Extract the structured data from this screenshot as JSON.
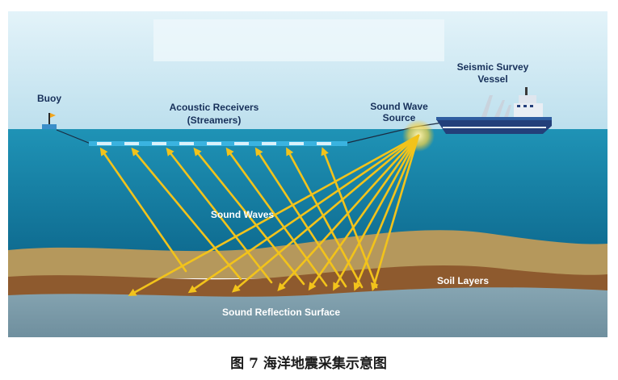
{
  "labels": {
    "buoy": "Buoy",
    "receivers_line1": "Acoustic Receivers",
    "receivers_line2": "(Streamers)",
    "source_line1": "Sound Wave",
    "source_line2": "Source",
    "vessel_line1": "Seismic Survey",
    "vessel_line2": "Vessel",
    "sound_waves": "Sound Waves",
    "soil_layers": "Soil Layers",
    "reflection": "Sound Reflection Surface"
  },
  "caption": "图 7  海洋地震采集示意图",
  "colors": {
    "sky_top": "#dceff6",
    "sky_bottom": "#bfe1ee",
    "sea_top": "#1f8fb2",
    "sea_bottom": "#0f6d93",
    "soil_light": "#b5985c",
    "soil_dark": "#8e5a2e",
    "bedrock": "#7c9aa8",
    "ray": "#f2c31b",
    "label_dark": "#17305a"
  },
  "icons": {
    "buoy": "buoy-icon",
    "vessel": "ship-icon",
    "source": "burst-icon"
  }
}
